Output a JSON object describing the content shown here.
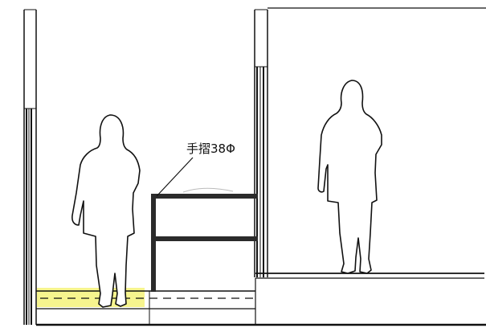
{
  "handrail_label": "手摺38Φ",
  "colors": {
    "line": "#111111",
    "handrail": "#2b2b2b",
    "highlight": "#f4f27a"
  },
  "elements": [
    "left-wall",
    "center-column",
    "left-floor-slab",
    "right-raised-floor",
    "handrail",
    "person-left",
    "person-right",
    "dashed-floor-line",
    "yellow-highlight"
  ]
}
